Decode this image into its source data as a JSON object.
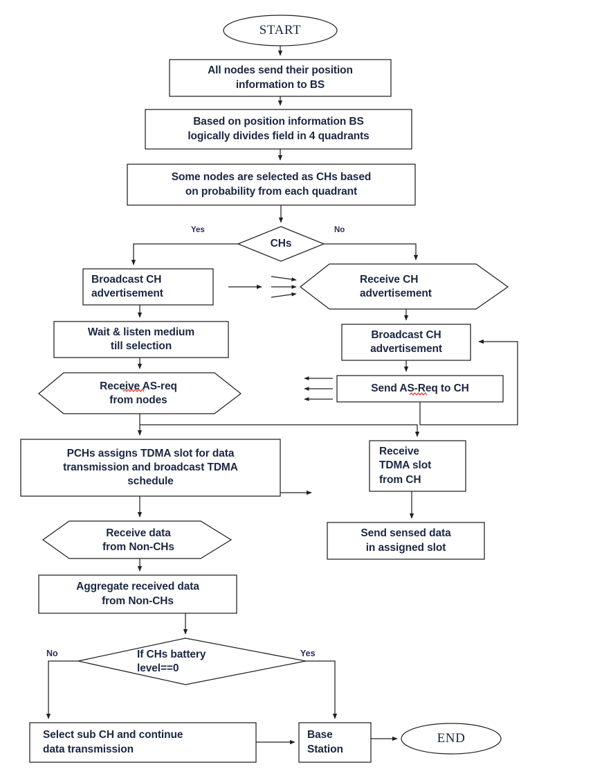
{
  "diagram": {
    "title": "WSN clustering protocol flowchart",
    "text_color": "#1b2742",
    "stroke_color": "#231f20",
    "fill_color": "#ffffff",
    "spellcheck_color": "#e8262d"
  },
  "nodes": {
    "start": {
      "label": "START",
      "shape": "terminator"
    },
    "all_nodes_send": {
      "label": "All nodes send their position\ninformation to BS",
      "shape": "process"
    },
    "bs_divides": {
      "label": "Based on position information BS\nlogically divides field in 4 quadrants",
      "shape": "process"
    },
    "select_chs": {
      "label": "Some nodes are selected as CHs based\non probability from each quadrant",
      "shape": "process"
    },
    "chs_decision": {
      "label": "CHs",
      "shape": "decision"
    },
    "broadcast_ch_left": {
      "label": "Broadcast CH\nadvertisement",
      "shape": "process"
    },
    "receive_ch_adv": {
      "label": "Receive CH\nadvertisement",
      "shape": "hexagon"
    },
    "wait_listen": {
      "label": "Wait & listen medium\ntill selection",
      "shape": "process"
    },
    "broadcast_ch_right": {
      "label": "Broadcast CH\nadvertisement",
      "shape": "process"
    },
    "receive_as_req": {
      "label": "Receive AS-req\nfrom nodes",
      "shape": "hexagon"
    },
    "send_as_req": {
      "label": "Send AS-Req to CH",
      "shape": "process"
    },
    "pchs_assigns": {
      "label": "PCHs assigns TDMA slot for data\ntransmission and broadcast TDMA\nschedule",
      "shape": "process"
    },
    "receive_tdma": {
      "label": "Receive\nTDMA slot\nfrom CH",
      "shape": "process"
    },
    "receive_data": {
      "label": "Receive data\nfrom Non-CHs",
      "shape": "hexagon"
    },
    "send_sensed": {
      "label": "Send sensed data\nin assigned slot",
      "shape": "process"
    },
    "aggregate": {
      "label": "Aggregate received data\nfrom Non-CHs",
      "shape": "process"
    },
    "battery_decision": {
      "label": "If CHs battery\nlevel==0",
      "shape": "decision"
    },
    "select_sub_ch": {
      "label": "Select sub CH and continue\ndata transmission",
      "shape": "process"
    },
    "base_station": {
      "label": "Base\nStation",
      "shape": "process"
    },
    "end": {
      "label": "END",
      "shape": "terminator"
    }
  },
  "edge_labels": {
    "chs_yes": "Yes",
    "chs_no": "No",
    "battery_no": "No",
    "battery_yes": "Yes"
  }
}
